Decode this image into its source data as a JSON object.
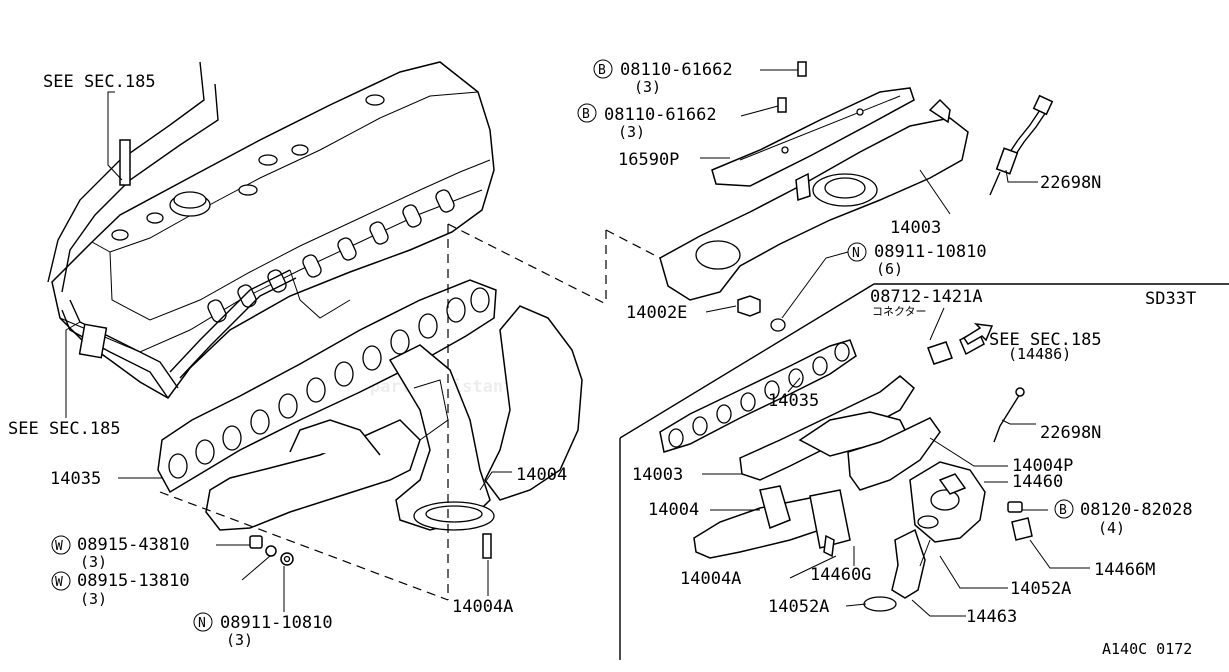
{
  "watermark": "partsassistant.com",
  "model_code": "SD33T",
  "diagram_code": "A140C 0172",
  "see_sections": [
    {
      "text": "SEE SEC.185"
    },
    {
      "text": "SEE SEC.185"
    },
    {
      "text": "SEE SEC.185",
      "sub": "(14486)"
    }
  ],
  "callouts": [
    {
      "badge": "B",
      "part": "08110-61662",
      "qty": "(3)"
    },
    {
      "badge": "B",
      "part": "08110-61662",
      "qty": "(3)"
    },
    {
      "badge": "",
      "part": "16590P",
      "qty": ""
    },
    {
      "badge": "",
      "part": "22698N",
      "qty": ""
    },
    {
      "badge": "",
      "part": "14003",
      "qty": ""
    },
    {
      "badge": "N",
      "part": "08911-10810",
      "qty": "(6)"
    },
    {
      "badge": "",
      "part": "14002E",
      "qty": ""
    },
    {
      "badge": "",
      "part": "08712-1421A",
      "qty": "",
      "note": "コネクター"
    },
    {
      "badge": "",
      "part": "14035",
      "qty": ""
    },
    {
      "badge": "",
      "part": "14035",
      "qty": ""
    },
    {
      "badge": "",
      "part": "22698N",
      "qty": ""
    },
    {
      "badge": "",
      "part": "14004",
      "qty": ""
    },
    {
      "badge": "",
      "part": "14004P",
      "qty": ""
    },
    {
      "badge": "",
      "part": "14460",
      "qty": ""
    },
    {
      "badge": "",
      "part": "14003",
      "qty": ""
    },
    {
      "badge": "B",
      "part": "08120-82028",
      "qty": "(4)"
    },
    {
      "badge": "",
      "part": "14004",
      "qty": ""
    },
    {
      "badge": "W",
      "part": "08915-43810",
      "qty": "(3)"
    },
    {
      "badge": "W",
      "part": "08915-13810",
      "qty": "(3)"
    },
    {
      "badge": "",
      "part": "14466M",
      "qty": ""
    },
    {
      "badge": "",
      "part": "14004A",
      "qty": ""
    },
    {
      "badge": "",
      "part": "14460G",
      "qty": ""
    },
    {
      "badge": "",
      "part": "14052A",
      "qty": ""
    },
    {
      "badge": "",
      "part": "14004A",
      "qty": ""
    },
    {
      "badge": "",
      "part": "14052A",
      "qty": ""
    },
    {
      "badge": "",
      "part": "14463",
      "qty": ""
    },
    {
      "badge": "N",
      "part": "08911-10810",
      "qty": "(3)"
    }
  ]
}
